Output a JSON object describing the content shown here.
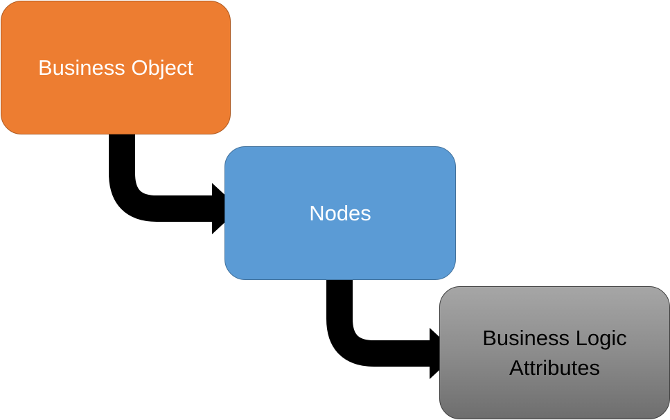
{
  "diagram": {
    "boxes": [
      {
        "label": "Business Object",
        "color": "#ED7D31"
      },
      {
        "label": "Nodes",
        "color": "#5B9BD5"
      },
      {
        "label": "Business Logic Attributes",
        "color": "#8C8C8C"
      }
    ],
    "arrow_color": "#000000",
    "connectors": [
      {
        "from": "Business Object",
        "to": "Nodes"
      },
      {
        "from": "Nodes",
        "to": "Business Logic Attributes"
      }
    ]
  }
}
